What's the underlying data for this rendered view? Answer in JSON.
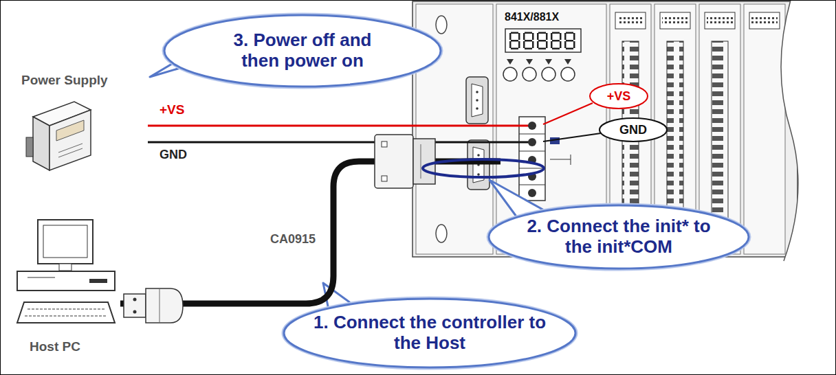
{
  "diagram": {
    "nodes": [
      {
        "text": [
          "3. Power off and then power on"
        ]
      },
      {
        "text": [
          "Power Supply"
        ]
      },
      {
        "text": [
          "841X/881X"
        ]
      },
      {
        "text": [
          "+VS"
        ]
      },
      {
        "text": [
          "GND"
        ]
      },
      {
        "text": [
          "2. Connect the init* to the init*COM"
        ]
      },
      {
        "text": [
          "Host PC"
        ]
      },
      {
        "text": [
          "1. Connect the controller to the Host"
        ]
      }
    ],
    "edges": [
      {
        "from": 1,
        "to": 2,
        "arrow": "none",
        "label": "+VS"
      },
      {
        "from": 1,
        "to": 2,
        "arrow": "none",
        "label": "GND"
      },
      {
        "from": 6,
        "to": 2,
        "arrow": "none",
        "label": "CA0915"
      }
    ]
  }
}
